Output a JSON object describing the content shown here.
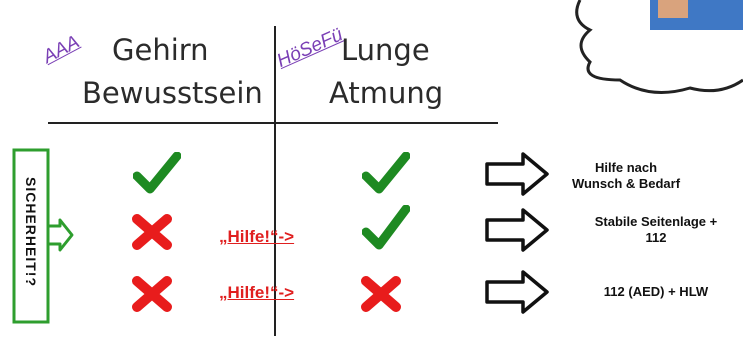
{
  "columns": {
    "left": {
      "mnemonic": "AAA",
      "line1": "Gehirn",
      "line2": "Bewusstsein"
    },
    "right": {
      "mnemonic": "HöSeFü",
      "line1": "Lunge",
      "line2": "Atmung"
    }
  },
  "side_label": "SICHERHEIT!?",
  "rows": [
    {
      "brain": "check",
      "lung": "check",
      "hilfe": "",
      "result": "Hilfe nach\nWunsch & Bedarf"
    },
    {
      "brain": "cross",
      "lung": "check",
      "hilfe": "„Hilfe!“->",
      "result": "Stabile Seitenlage +\n112"
    },
    {
      "brain": "cross",
      "lung": "cross",
      "hilfe": "„Hilfe!“->",
      "result": "112 (AED) + HLW"
    }
  ],
  "colors": {
    "check": "#1e8a22",
    "cross": "#e81c1c",
    "mnemonic": "#7a3fb5",
    "hilfe": "#e01f1f",
    "side_frame": "#2e9e2e"
  }
}
